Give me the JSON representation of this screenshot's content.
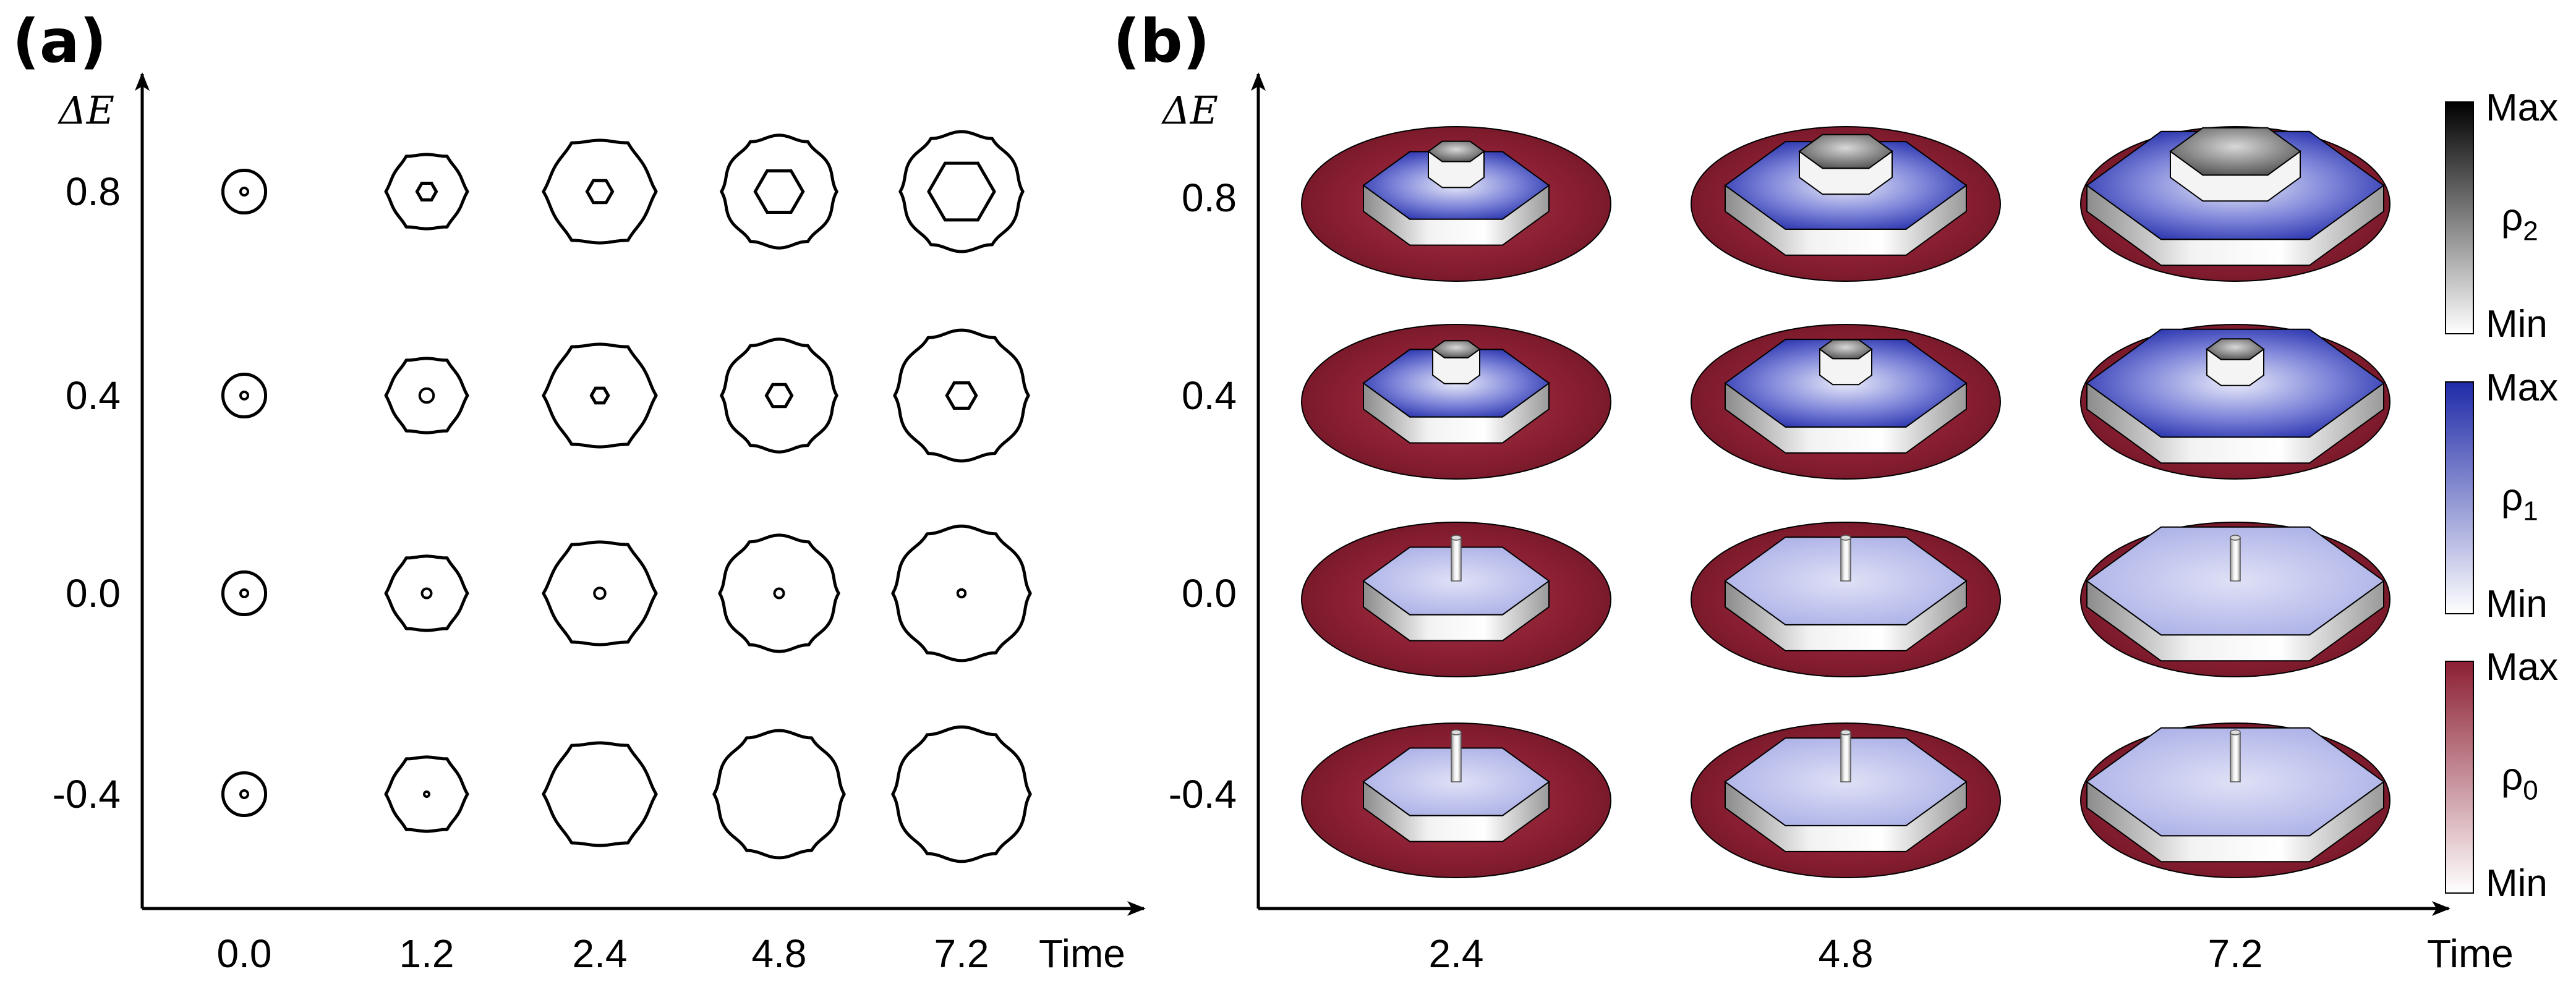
{
  "chart_data": [
    {
      "panel": "(a)",
      "type": "scatter",
      "x_ticks": [
        "0.0",
        "1.2",
        "2.4",
        "4.8",
        "7.2"
      ],
      "y_ticks": [
        "0.8",
        "0.4",
        "0.0",
        "-0.4"
      ],
      "xlabel": "Time",
      "ylabel": "ΔE",
      "outer_radius": {
        "0.8": [
          1.0,
          1.05,
          1.45,
          1.55,
          1.65
        ],
        "0.4": [
          1.0,
          1.05,
          1.45,
          1.55,
          1.8
        ],
        "0.0": [
          1.0,
          1.05,
          1.45,
          1.6,
          1.85
        ],
        "-0.4": [
          1.0,
          1.05,
          1.45,
          1.75,
          1.85
        ]
      },
      "inner_radius": {
        "0.8": [
          0.3,
          0.25,
          0.33,
          0.62,
          0.85
        ],
        "0.4": [
          0.2,
          0.18,
          0.22,
          0.33,
          0.38
        ],
        "0.0": [
          0.15,
          0.12,
          0.14,
          0.12,
          0.1
        ],
        "-0.4": [
          0.15,
          0.05,
          0,
          0,
          0
        ]
      }
    },
    {
      "panel": "(b)",
      "type": "heatmap",
      "x_ticks": [
        "2.4",
        "4.8",
        "7.2"
      ],
      "y_ticks": [
        "0.8",
        "0.4",
        "0.0",
        "-0.4"
      ],
      "xlabel": "Time",
      "ylabel": "ΔE",
      "colorbars": [
        {
          "label": "ρ",
          "sub": "2",
          "max": "Max",
          "min": "Min",
          "color": "#000000"
        },
        {
          "label": "ρ",
          "sub": "1",
          "max": "Max",
          "min": "Min",
          "color": "#1f2aa8"
        },
        {
          "label": "ρ",
          "sub": "0",
          "max": "Max",
          "min": "Min",
          "color": "#8c1f33"
        }
      ],
      "rho0_color": "#8c1f33",
      "rho1_color": "#2b34b8",
      "rho2_color": "#7a7a7a"
    }
  ],
  "labels": {
    "a": "(a)",
    "b": "(b)",
    "delta": "Δ",
    "E": "E"
  }
}
